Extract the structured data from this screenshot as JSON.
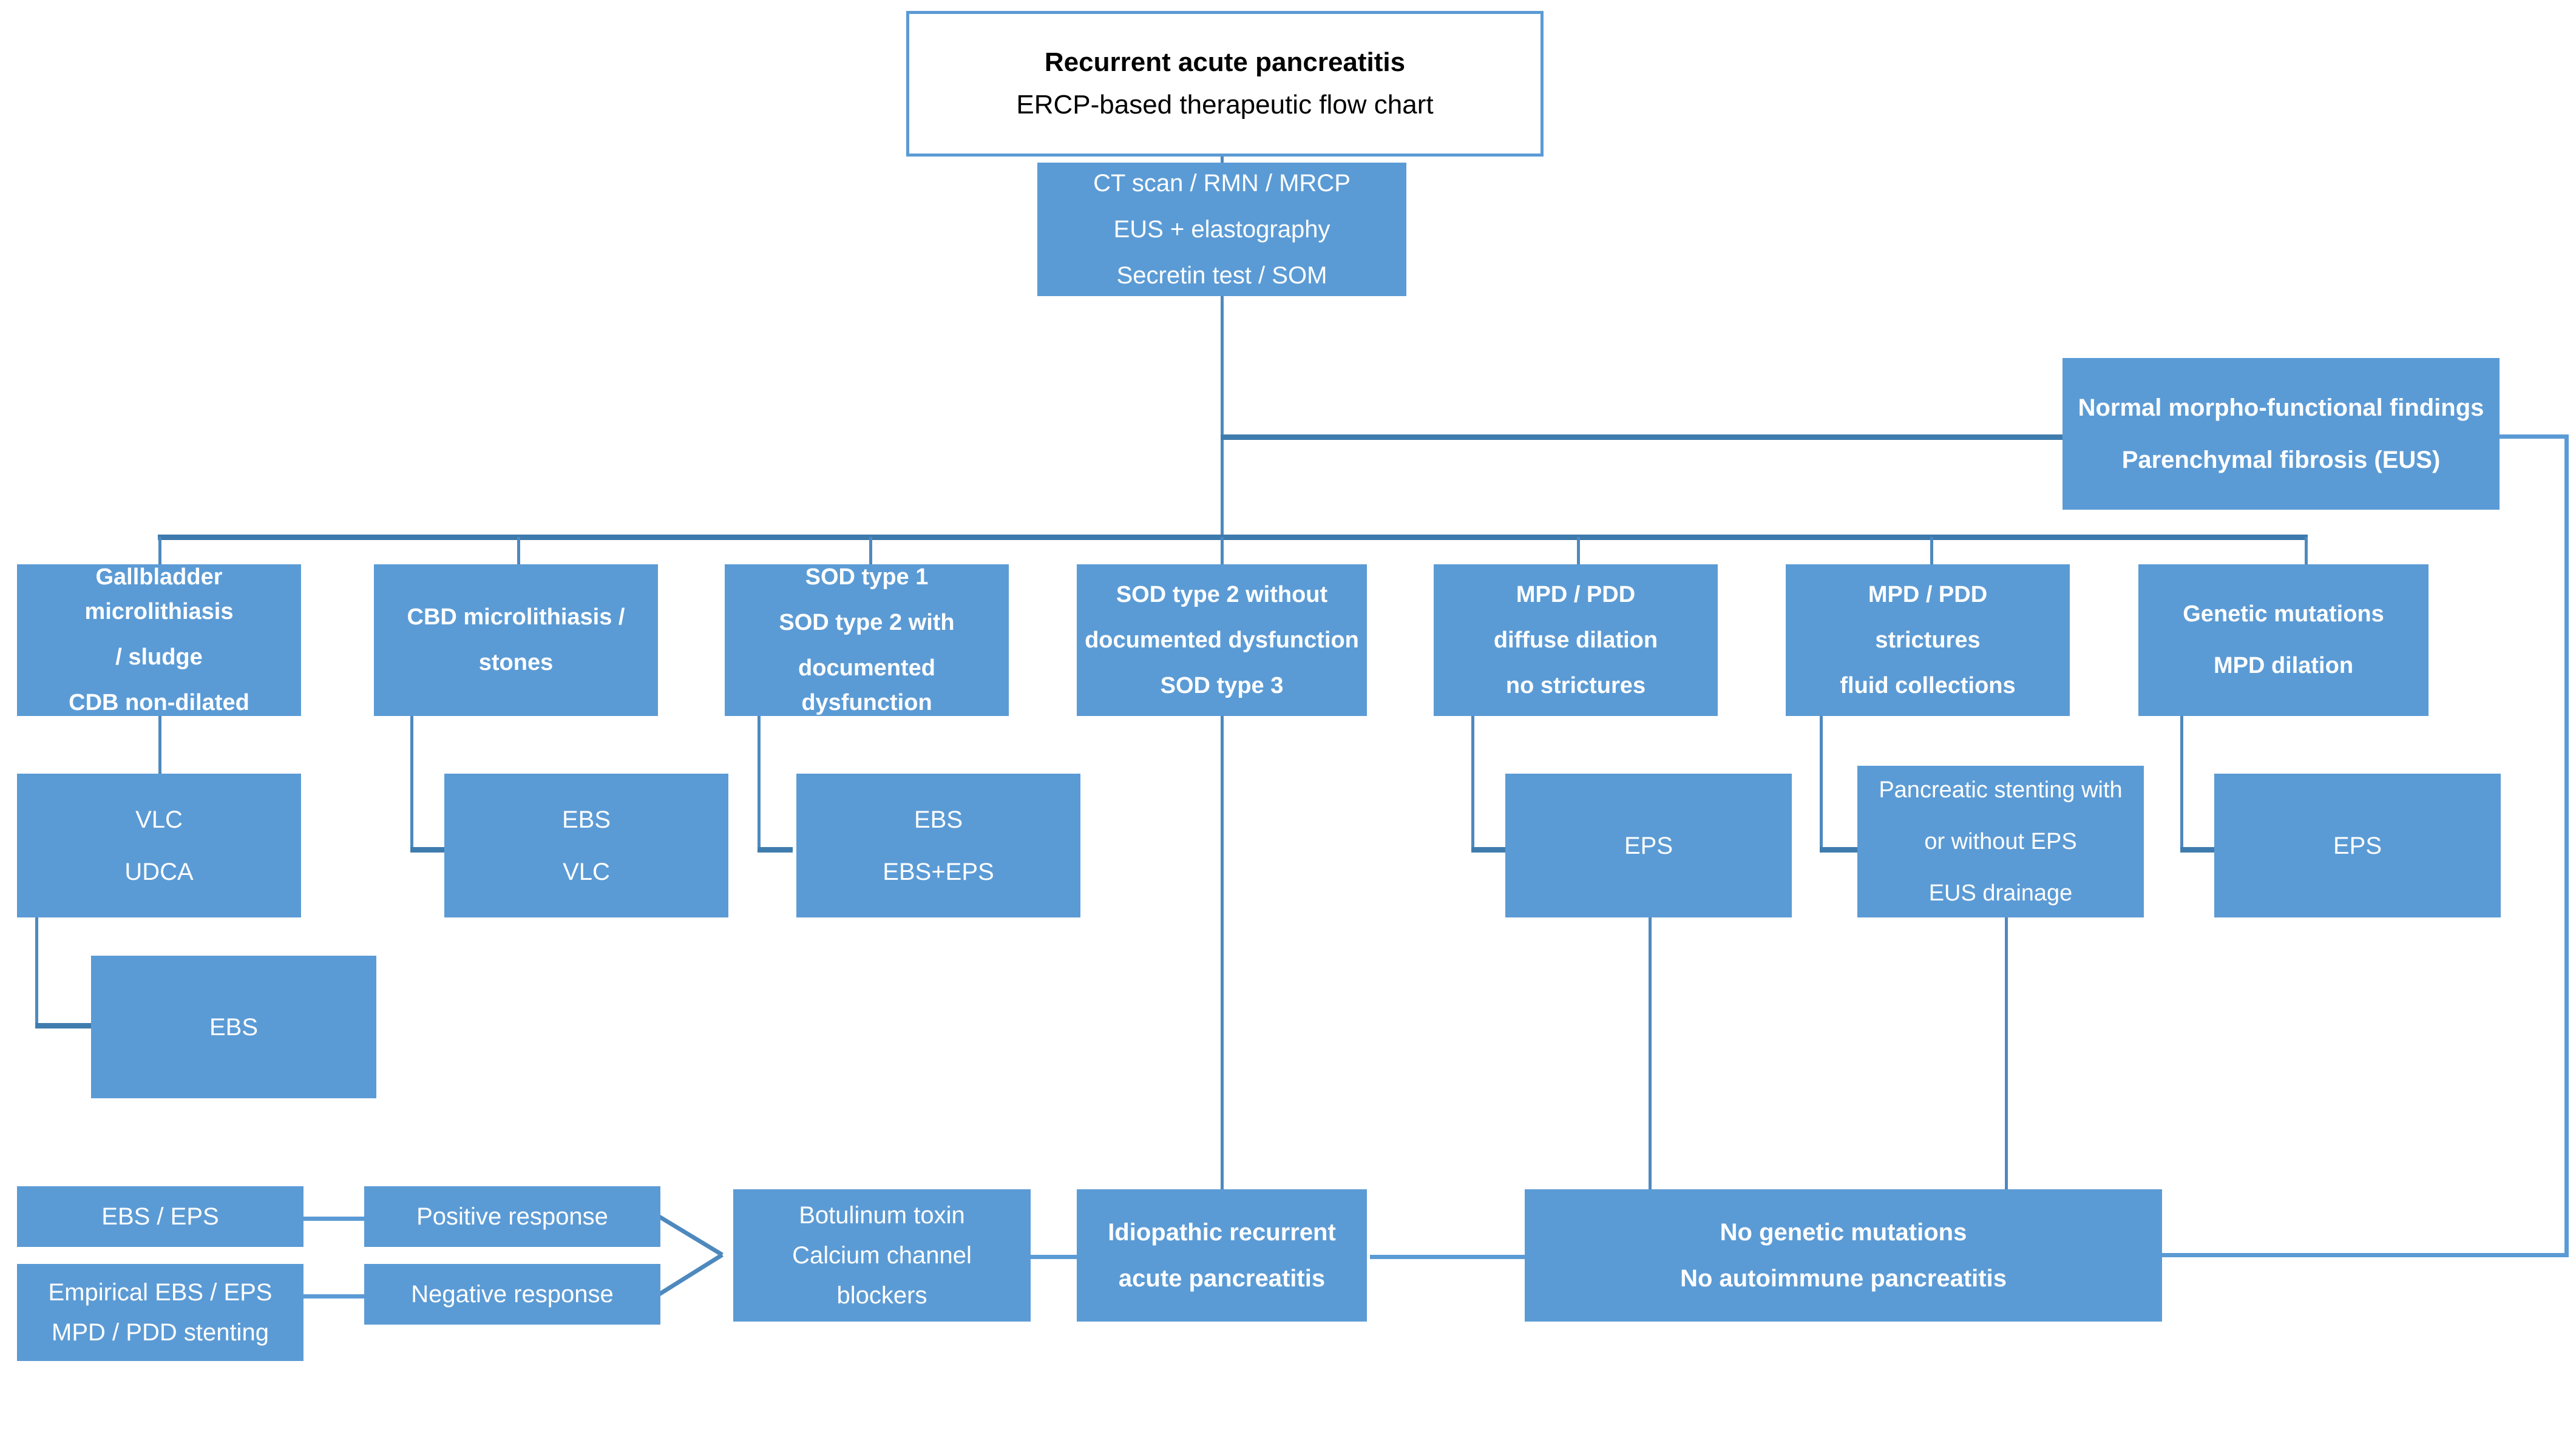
{
  "meta": {
    "accent_color": "#5B9BD5",
    "connector_color": "#4E89BE",
    "title_text_color": "#000000",
    "box_text_color": "#FFFFFF",
    "background_color": "#FFFFFF"
  },
  "title_box": {
    "line1": "Recurrent acute pancreatitis",
    "line2": "ERCP-based therapeutic flow chart"
  },
  "workup_box": {
    "line1": "CT scan / RMN / MRCP",
    "line2": "EUS + elastography",
    "line3": "Secretin test / SOM"
  },
  "normal_findings_box": {
    "line1": "Normal morpho-functional findings",
    "line2": "Parenchymal fibrosis (EUS)"
  },
  "categories": [
    {
      "id": "gallbladder",
      "line1": "Gallbladder microlithiasis",
      "line2": "/ sludge",
      "line3": "CDB non-dilated"
    },
    {
      "id": "cbd",
      "line1": "CBD microlithiasis /",
      "line2": "stones"
    },
    {
      "id": "sod1",
      "line1": "SOD type 1",
      "line2": "SOD type 2 with",
      "line3": "documented dysfunction"
    },
    {
      "id": "sod2-3",
      "line1": "SOD type 2 without",
      "line2": "documented dysfunction",
      "line3": "SOD type 3"
    },
    {
      "id": "mpd-diffuse",
      "line1": "MPD / PDD",
      "line2": "diffuse dilation",
      "line3": "no strictures"
    },
    {
      "id": "mpd-strict",
      "line1": "MPD / PDD",
      "line2": "strictures",
      "line3": "fluid collections"
    },
    {
      "id": "genetic",
      "line1": "Genetic mutations",
      "line2": "MPD dilation"
    }
  ],
  "treatments": [
    {
      "id": "vlc-udca",
      "line1": "VLC",
      "line2": "UDCA"
    },
    {
      "id": "ebs-vlc",
      "line1": "EBS",
      "line2": "VLC"
    },
    {
      "id": "ebs-ebseps",
      "line1": "EBS",
      "line2": "EBS+EPS"
    },
    {
      "id": "eps-1",
      "line1": "EPS"
    },
    {
      "id": "panc-stent",
      "line1": "Pancreatic stenting with",
      "line2": "or without EPS",
      "line3": "EUS drainage"
    },
    {
      "id": "eps-2",
      "line1": "EPS"
    }
  ],
  "ebs_box": {
    "line1": "EBS"
  },
  "bottom_left": {
    "ebs_eps": {
      "line1": "EBS / EPS"
    },
    "empirical": {
      "line1": "Empirical EBS / EPS",
      "line2": "MPD / PDD stenting"
    },
    "positive_response": {
      "line1": "Positive response"
    },
    "negative_response": {
      "line1": "Negative response"
    }
  },
  "botulinum_box": {
    "line1": "Botulinum toxin",
    "line2": "Calcium channel",
    "line3": "blockers"
  },
  "idiopathic_box": {
    "line1": "Idiopathic recurrent",
    "line2": "acute pancreatitis"
  },
  "no_mutations_box": {
    "line1": "No genetic mutations",
    "line2": "No autoimmune pancreatitis"
  }
}
